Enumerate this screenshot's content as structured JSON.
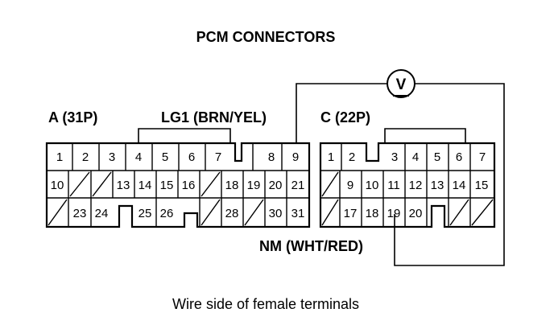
{
  "title": "PCM CONNECTORS",
  "caption": "Wire side of female terminals",
  "meter_symbol": "V",
  "connector_a": {
    "label": "A (31P)",
    "row1": [
      "1",
      "2",
      "3",
      "4",
      "5",
      "6",
      "7",
      "",
      "8",
      "9"
    ],
    "row2": [
      "10",
      "",
      "",
      "13",
      "14",
      "15",
      "16",
      "",
      "18",
      "19",
      "20",
      "21"
    ],
    "row3": [
      "",
      "23",
      "24",
      "",
      "25",
      "26",
      "",
      "",
      "28",
      "",
      "30",
      "31"
    ]
  },
  "connector_c": {
    "label": "C (22P)",
    "row1": [
      "1",
      "2",
      "",
      "3",
      "4",
      "5",
      "6",
      "7"
    ],
    "row2": [
      "",
      "9",
      "10",
      "11",
      "12",
      "13",
      "14",
      "15"
    ],
    "row3": [
      "",
      "17",
      "18",
      "19",
      "20",
      "",
      "",
      ""
    ]
  },
  "wire_lg1": {
    "label": "LG1 (BRN/YEL)",
    "pin": "A9"
  },
  "wire_nm": {
    "label": "NM (WHT/RED)",
    "pin": "C19"
  }
}
